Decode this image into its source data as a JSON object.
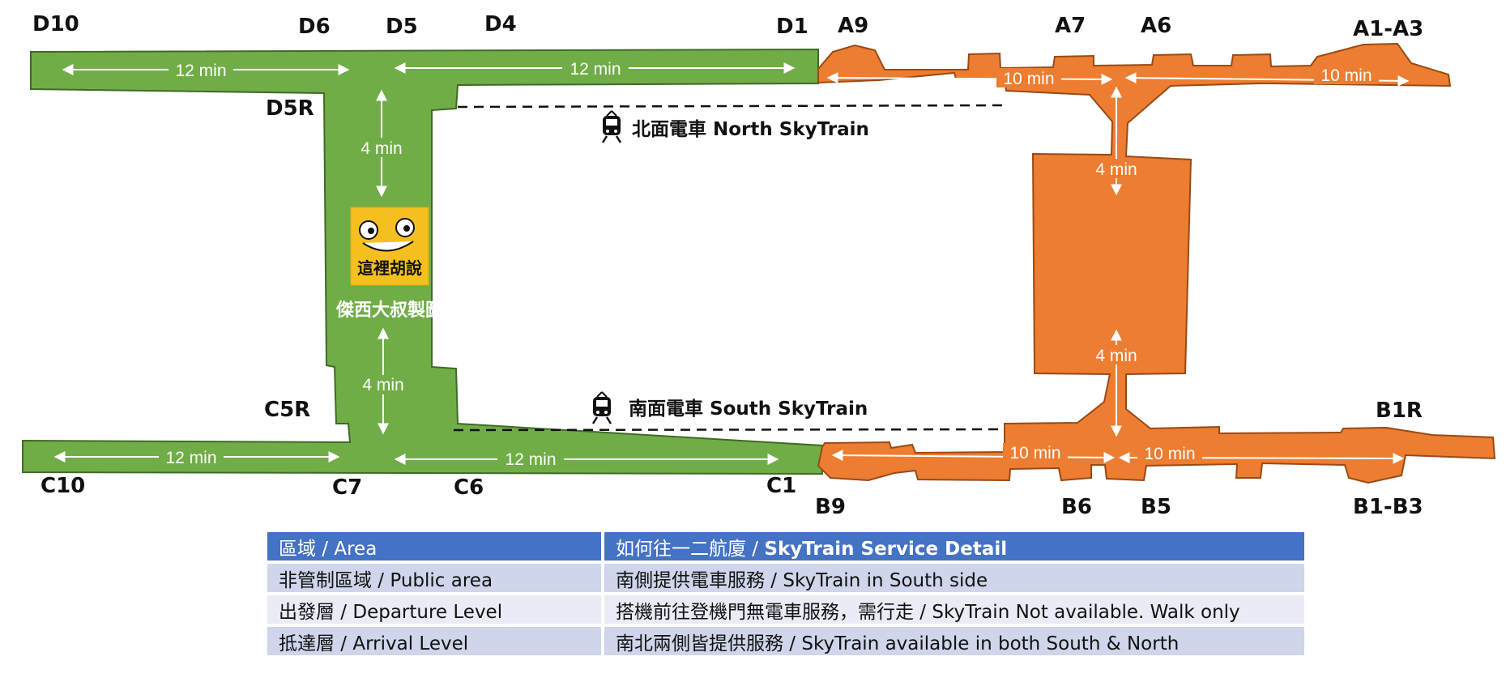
{
  "colors": {
    "green_concourse": "#70ad47",
    "orange_concourse": "#ed7d31",
    "table_header": "#4472c4",
    "table_row_odd": "#cfd5ea",
    "table_row_even": "#e9ebf5"
  },
  "gates": {
    "d10": "D10",
    "d6": "D6",
    "d5": "D5",
    "d4": "D4",
    "d1": "D1",
    "d5r": "D5R",
    "a9": "A9",
    "a7": "A7",
    "a6": "A6",
    "a1a3": "A1-A3",
    "c5r": "C5R",
    "c10": "C10",
    "c7": "C7",
    "c6": "C6",
    "c1": "C1",
    "b9": "B9",
    "b6": "B6",
    "b5": "B5",
    "b1r": "B1R",
    "b1b3": "B1-B3"
  },
  "walk_times": {
    "d_left": "12 min",
    "d_right": "12 min",
    "d_vertical_top": "4 min",
    "d_vertical_bottom": "4 min",
    "c_left": "12 min",
    "c_right": "12 min",
    "a_left": "10 min",
    "a_right": "10 min",
    "ab_top": "4 min",
    "ab_bottom": "4 min",
    "b_left": "10 min",
    "b_right": "10 min"
  },
  "skytrain": {
    "north_label": "北面電車 North SkyTrain",
    "south_label": "南面電車 South SkyTrain",
    "icon": "train-icon"
  },
  "credit": {
    "logo_text": "這裡胡說",
    "caption": "傑西大叔製圖"
  },
  "table": {
    "header": {
      "col1": "區域 / Area",
      "col2_prefix": "如何往一二航廈 / ",
      "col2_bold": "SkyTrain Service Detail"
    },
    "rows": [
      {
        "area": "非管制區域 / Public area",
        "detail": "南側提供電車服務 / SkyTrain in South side"
      },
      {
        "area": "出發層 / Departure Level",
        "detail": "搭機前往登機門無電車服務，需行走 / SkyTrain Not available. Walk only"
      },
      {
        "area": "抵達層 / Arrival Level",
        "detail": "南北兩側皆提供服務 /  SkyTrain available in both South & North"
      }
    ]
  }
}
